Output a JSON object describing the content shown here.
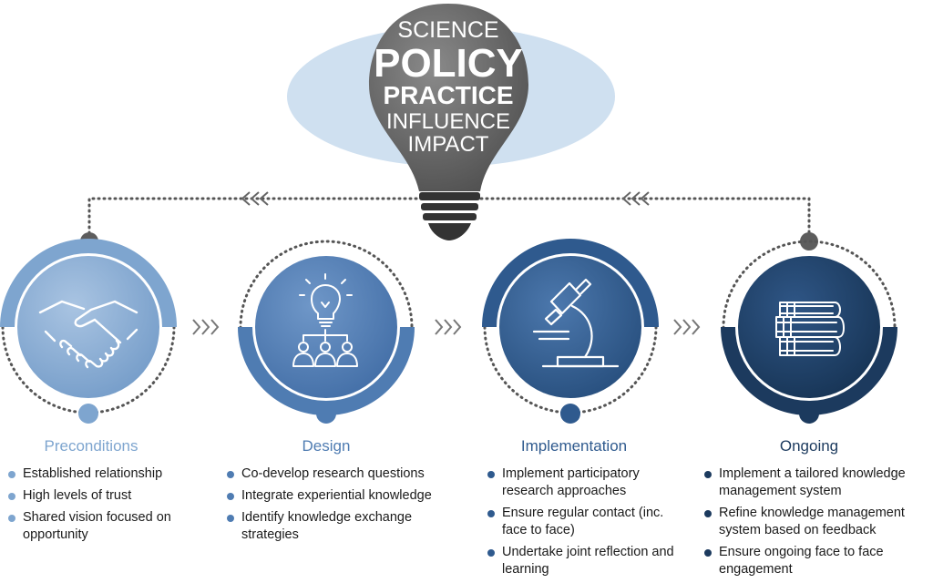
{
  "bulb": {
    "lines": [
      "SCIENCE",
      "POLICY",
      "PRACTICE",
      "INFLUENCE",
      "IMPACT"
    ]
  },
  "stages": [
    {
      "title": "Preconditions",
      "icon": "handshake-icon",
      "color": "#7ea5cf",
      "bullets": [
        "Established relationship",
        "High levels of trust",
        "Shared vision focused on opportunity"
      ]
    },
    {
      "title": "Design",
      "icon": "lightbulb-people-icon",
      "color": "#4f7cb2",
      "bullets": [
        "Co-develop research questions",
        "Integrate experiential knowledge",
        "Identify knowledge exchange strategies"
      ]
    },
    {
      "title": "Implementation",
      "icon": "microscope-icon",
      "color": "#2f5a8e",
      "bullets": [
        "Implement participatory research approaches",
        "Ensure regular contact (inc. face to face)",
        "Undertake joint reflection and learning"
      ]
    },
    {
      "title": "Ongoing",
      "icon": "books-icon",
      "color": "#1c3a5e",
      "bullets": [
        "Implement a tailored knowledge management system",
        "Refine knowledge management system based on feedback",
        "Ensure ongoing face to face engagement"
      ]
    }
  ],
  "colors": {
    "bulb_glow": "#cfe0f0",
    "bulb_body": "#6e6e6e",
    "connector": "#555555"
  }
}
